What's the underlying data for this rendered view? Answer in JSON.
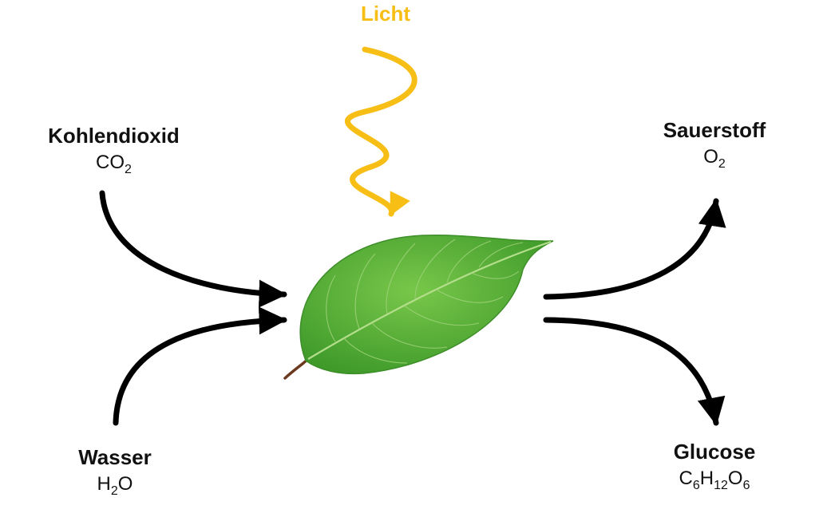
{
  "light": {
    "label": "Licht",
    "color": "#F7BE16"
  },
  "arrow_color": "#000000",
  "leaf": {
    "fill_dark": "#3F9A2A",
    "fill_light": "#78C74A",
    "vein": "#B4DE8C",
    "stem": "#6B3A1E"
  },
  "inputs": [
    {
      "name": "Kohlendioxid",
      "formula": [
        [
          "CO",
          ""
        ],
        [
          "",
          "2"
        ]
      ]
    },
    {
      "name": "Wasser",
      "formula": [
        [
          "H",
          ""
        ],
        [
          "",
          "2"
        ],
        [
          "O",
          ""
        ]
      ]
    }
  ],
  "outputs": [
    {
      "name": "Sauerstoff",
      "formula": [
        [
          "O",
          ""
        ],
        [
          "",
          "2"
        ]
      ]
    },
    {
      "name": "Glucose",
      "formula": [
        [
          "C",
          ""
        ],
        [
          "",
          "6"
        ],
        [
          "H",
          ""
        ],
        [
          "",
          "12"
        ],
        [
          "O",
          ""
        ],
        [
          "",
          "6"
        ]
      ]
    }
  ]
}
